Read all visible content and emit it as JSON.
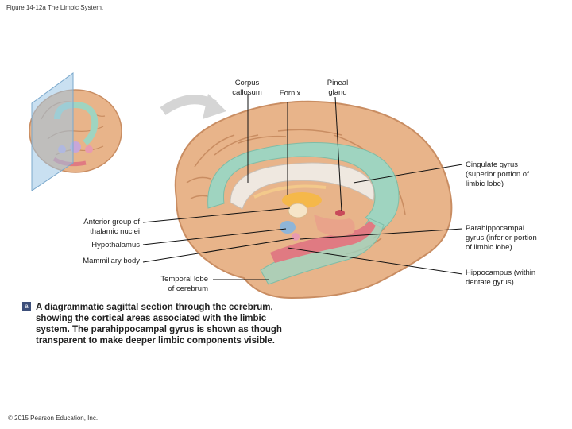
{
  "figure_title": "Figure 14-12a The Limbic System.",
  "labels": {
    "corpus_callosum": [
      "Corpus",
      "callosum"
    ],
    "fornix": [
      "Fornix"
    ],
    "pineal_gland": [
      "Pineal",
      "gland"
    ],
    "cingulate_gyrus": [
      "Cingulate gyrus",
      "(superior portion of",
      "limbic lobe)"
    ],
    "anterior_thalamic": [
      "Anterior group of",
      "thalamic nuclei"
    ],
    "hypothalamus": [
      "Hypothalamus"
    ],
    "mammillary_body": [
      "Mammillary body"
    ],
    "parahippocampal_gyrus": [
      "Parahippocampal",
      "gyrus (inferior portion",
      "of limbic lobe)"
    ],
    "temporal_lobe": [
      "Temporal lobe",
      "of cerebrum"
    ],
    "hippocampus": [
      "Hippocampus (within",
      "dentate gyrus)"
    ]
  },
  "caption_badge": "a",
  "caption": "A diagrammatic sagittal section through the cerebrum, showing the cortical areas associated with the limbic system. The parahippocampal gyrus is shown as though transparent to make deeper limbic components visible.",
  "copyright": "© 2015 Pearson Education, Inc.",
  "colors": {
    "cortex": "#e8b48a",
    "cortex_shadow": "#c98d62",
    "limbic_green": "#9fd4c0",
    "hippocampus_red": "#e07a82",
    "thalamus_orange": "#f5b84a",
    "hypothalamus_blue": "#8fb5d8",
    "mammillary_pink": "#e89ab0",
    "plane_blue": "#9cc7e6",
    "arrow_gray": "#d5d5d5"
  }
}
